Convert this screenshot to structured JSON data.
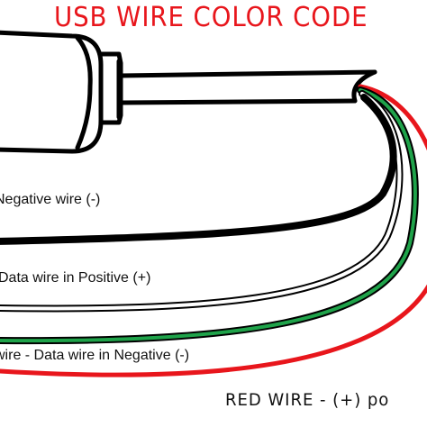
{
  "diagram": {
    "title": "USB WIRE COLOR CODE",
    "labels": {
      "black": "Negative wire (-)",
      "white": "Data wire in Positive (+)",
      "green": "wire - Data wire in Negative (-)",
      "red": "RED WIRE - (+) po"
    },
    "colors": {
      "title": "#e8161c",
      "black_wire": "#000000",
      "white_wire": "#ffffff",
      "green_wire": "#1fa34a",
      "red_wire": "#e8161c",
      "outline": "#000000"
    }
  }
}
